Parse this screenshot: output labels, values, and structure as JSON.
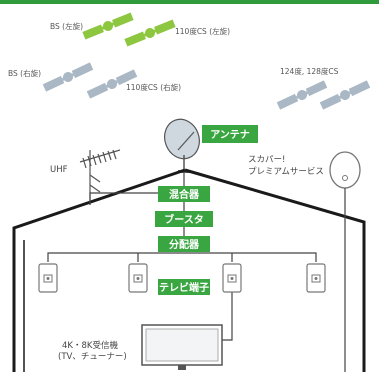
{
  "colors": {
    "green": "#3aa641",
    "light_green": "#8dc63f",
    "satellite_gray": "#a9b8c4",
    "house_black": "#1a1a1a",
    "wire_gray": "#444444",
    "top_bar": "#2f9b3c"
  },
  "satellites": {
    "bs_left": "BS (左旋)",
    "cs110_left": "110度CS (左旋)",
    "bs_right": "BS (右旋)",
    "cs110_right": "110度CS (右旋)",
    "cs124_128": "124度, 128度CS"
  },
  "antennas": {
    "uhf": "UHF",
    "skyperfect_line1": "スカパー!",
    "skyperfect_line2": "プレミアムサービス"
  },
  "boxes": {
    "antenna": "アンテナ",
    "mixer": "混合器",
    "booster": "ブースタ",
    "distributor": "分配器",
    "tv_terminal": "テレビ端子"
  },
  "receiver": {
    "line1": "4K・8K受信機",
    "line2": "(TV、チューナー)"
  }
}
